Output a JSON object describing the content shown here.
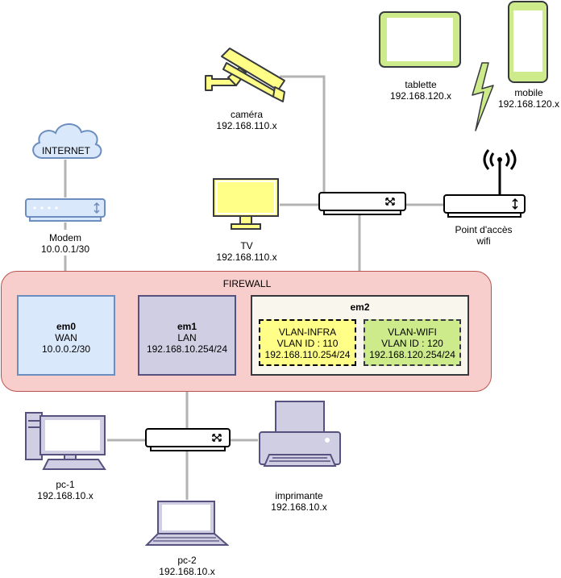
{
  "internet": {
    "label": "INTERNET"
  },
  "modem": {
    "name": "Modem",
    "ip": "10.0.0.1/30"
  },
  "camera": {
    "name": "caméra",
    "ip": "192.168.110.x"
  },
  "tv": {
    "name": "TV",
    "ip": "192.168.110.x"
  },
  "tablet": {
    "name": "tablette",
    "ip": "192.168.120.x"
  },
  "mobile": {
    "name": "mobile",
    "ip": "192.168.120.x"
  },
  "access_point": {
    "line1": "Point d'accès",
    "line2": "wifi"
  },
  "firewall": {
    "title": "FIREWALL",
    "em0": {
      "name": "em0",
      "role": "WAN",
      "ip": "10.0.0.2/30"
    },
    "em1": {
      "name": "em1",
      "role": "LAN",
      "ip": "192.168.10.254/24"
    },
    "em2": {
      "name": "em2",
      "vlans": [
        {
          "name": "VLAN-INFRA",
          "id": "VLAN ID : 110",
          "ip": "192.168.110.254/24"
        },
        {
          "name": "VLAN-WIFI",
          "id": "VLAN ID : 120",
          "ip": "192.168.120.254/24"
        }
      ]
    }
  },
  "pc1": {
    "name": "pc-1",
    "ip": "192.168.10.x"
  },
  "pc2": {
    "name": "pc-2",
    "ip": "192.168.10.x"
  },
  "printer": {
    "name": "imprimante",
    "ip": "192.168.10.x"
  },
  "colors": {
    "wire": "#b3b3b3",
    "firewall_fill": "#f8cecc",
    "firewall_stroke": "#b85450",
    "em0_fill": "#dae8fc",
    "em0_stroke": "#6c8ebf",
    "em1_fill": "#d0cee2",
    "em1_stroke": "#56517e",
    "em2_fill": "#f9f7ed",
    "vlan_infra_fill": "#ffff88",
    "vlan_wifi_fill": "#cdeb8b",
    "device_yellow": "#ffff88",
    "device_green": "#cdeb8b",
    "device_purple": "#d0cee2"
  }
}
